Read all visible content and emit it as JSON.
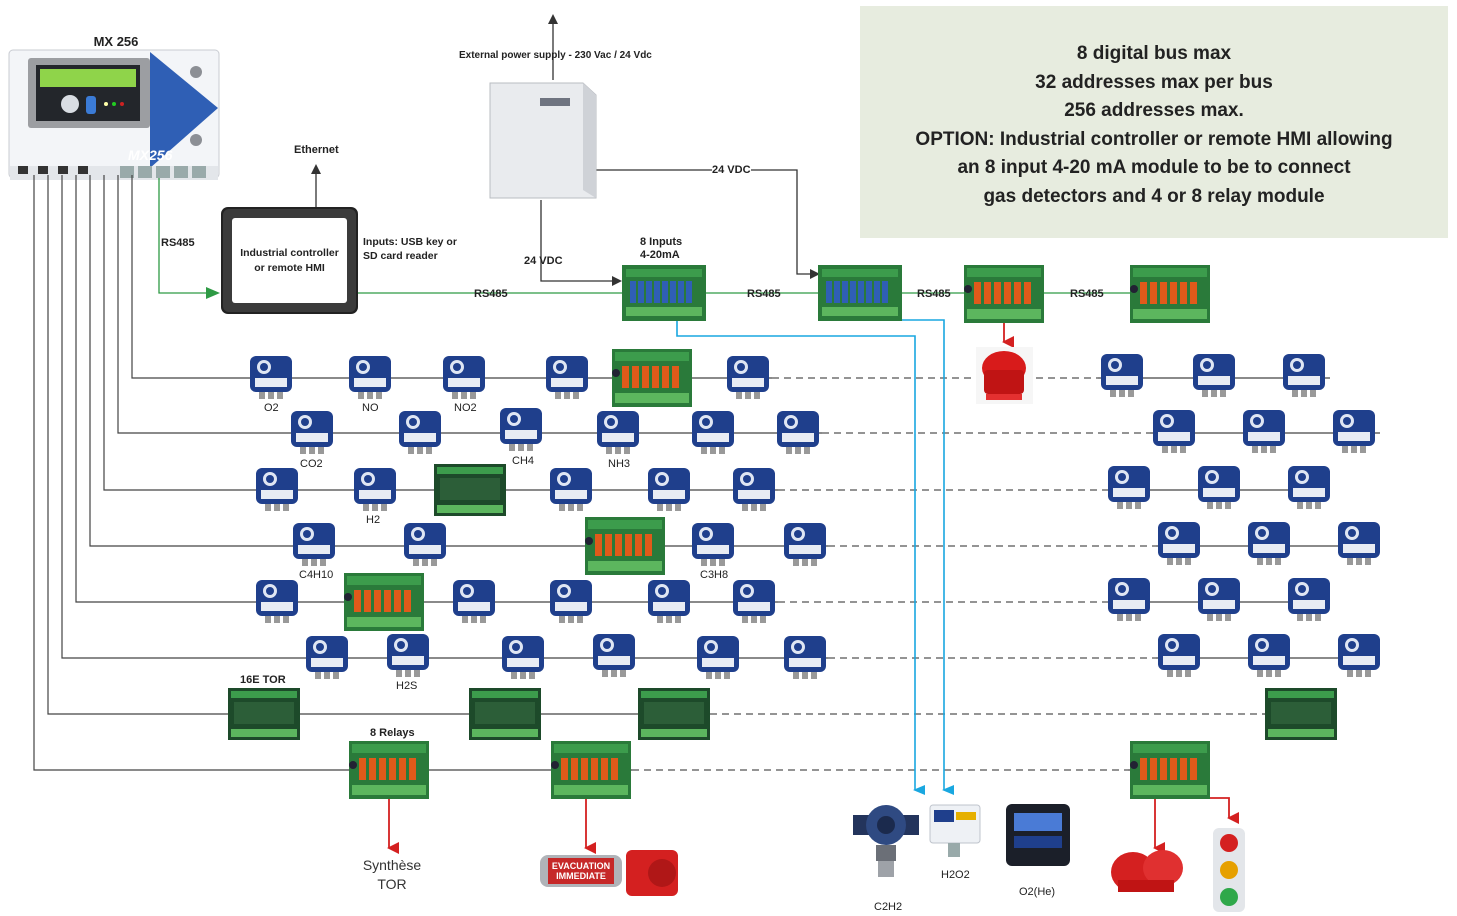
{
  "info_box": {
    "lines": [
      "8 digital bus max",
      "32 addresses max per bus",
      "256 addresses max.",
      "OPTION: Industrial controller or remote HMI allowing",
      "an 8 input 4-20 mA module to be to connect",
      "gas detectors and 4 or 8 relay module"
    ]
  },
  "controller": {
    "title": "MX 256",
    "brand_logo": "MX256"
  },
  "hmi": {
    "line1": "Industrial controller",
    "line2": "or remote HMI",
    "inputs_line1": "Inputs: USB key or",
    "inputs_line2": "SD card reader"
  },
  "power_supply": {
    "label": "External power supply - 230 Vac / 24 Vdc"
  },
  "labels": {
    "ethernet": "Ethernet",
    "rs485": "RS485",
    "vdc_left": "24 VDC",
    "vdc_right": "24 VDC",
    "inputs_module_1": "8 Inputs",
    "inputs_module_2": "4-20mA",
    "tor16": "16E TOR",
    "relays8": "8 Relays",
    "synthese_1": "Synthèse",
    "synthese_2": "TOR",
    "evacuation": "EVACUATION IMMEDIATE"
  },
  "gases": {
    "o2": "O2",
    "no": "NO",
    "no2": "NO2",
    "co2": "CO2",
    "ch4": "CH4",
    "nh3": "NH3",
    "h2": "H2",
    "c4h10": "C4H10",
    "c3h8": "C3H8",
    "h2s": "H2S",
    "c2h2": "C2H2",
    "h2o2": "H2O2",
    "o2he": "O2(He)"
  },
  "colors": {
    "bus_line": "#444444",
    "rs485_line": "#2e9a44",
    "analog_line": "#19a7e0",
    "alarm_arrow": "#d42020",
    "detector": "#1f3f8c",
    "relay": "#e05a1a",
    "board": "#2a7a3a"
  }
}
